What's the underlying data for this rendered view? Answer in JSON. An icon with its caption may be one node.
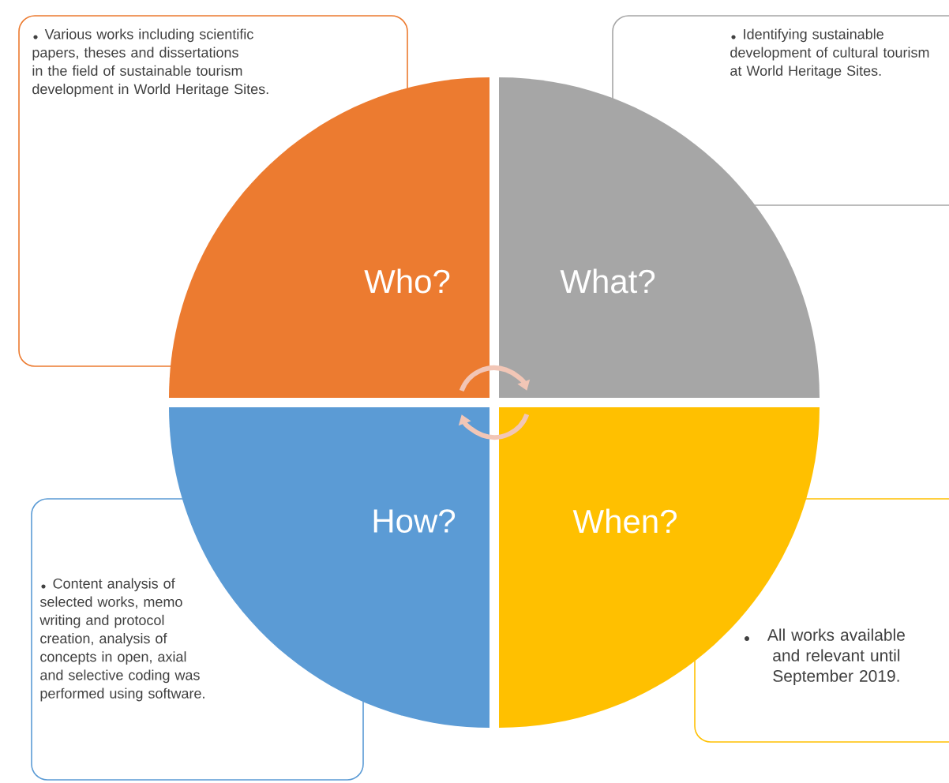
{
  "diagram": {
    "nodes": [
      {
        "text": [
          "Various works including scientific papers, theses and dissertations in the field of sustainable tourism development in World Heritage Sites."
        ]
      },
      {
        "text": [
          "Identifying sustainable development of cultural tourism at World Heritage Sites."
        ]
      },
      {
        "text": [
          "Who?"
        ]
      },
      {
        "text": [
          "What?"
        ]
      },
      {
        "text": [
          "How?"
        ]
      },
      {
        "text": [
          "When?"
        ]
      },
      {
        "text": [
          "Content analysis of selected works, memo writing and protocol creation, analysis of concepts in open, axial and selective coding was performed using software."
        ]
      },
      {
        "text": [
          "All works available and relevant until September 2019."
        ]
      }
    ],
    "edges": [
      {
        "from": 2,
        "to": 3,
        "arrow": "to",
        "color": "#f2c6b6"
      },
      {
        "from": 5,
        "to": 4,
        "arrow": "to",
        "color": "#f2c6b6"
      }
    ]
  }
}
